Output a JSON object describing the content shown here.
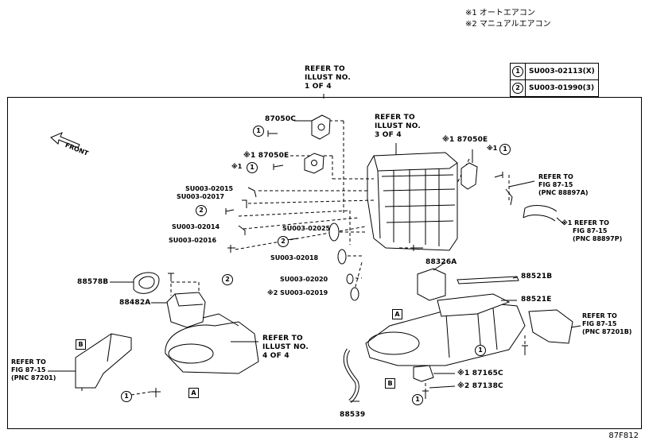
{
  "legend": {
    "line1": "※1 オートエアコン",
    "line2": "※2 マニュアルエアコン"
  },
  "code_table": [
    {
      "mark": "1",
      "code": "SU003-02113(X)"
    },
    {
      "mark": "2",
      "code": "SU003-01990(3)"
    }
  ],
  "refer_illust1": [
    "REFER TO",
    "ILLUST NO.",
    "1 OF 4"
  ],
  "refer_illust3": [
    "REFER TO",
    "ILLUST NO.",
    "3 OF 4"
  ],
  "refer_illust4": [
    "REFER TO",
    "ILLUST NO.",
    "4 OF 4"
  ],
  "refer_88897A": [
    "REFER TO",
    "FIG 87-15",
    "(PNC 88897A)"
  ],
  "refer_88897P": [
    "※1 REFER TO",
    "FIG 87-15",
    "(PNC 88897P)"
  ],
  "refer_87201B": [
    "REFER TO",
    "FIG 87-15",
    "(PNC 87201B)"
  ],
  "refer_87201": [
    "REFER TO",
    "FIG 87-15",
    "(PNC 87201)"
  ],
  "front_label": "FRONT",
  "parts": {
    "p87050C": "87050C",
    "p87050E_left": "※1 87050E",
    "p87050E_right": "※1 87050E",
    "su02015": "SU003-02015",
    "su02017": "SU003-02017",
    "su02014": "SU003-02014",
    "su02016": "SU003-02016",
    "su02025": "SU003-02025",
    "su02018": "SU003-02018",
    "su02020": "SU003-02020",
    "su02019": "※2 SU003-02019",
    "p88326A": "88326A",
    "p88521B": "88521B",
    "p88521E": "88521E",
    "p88578B": "88578B",
    "p88482A": "88482A",
    "p88539": "88539",
    "p87165C": "※1 87165C",
    "p87138C": "※2 87138C"
  },
  "marks": {
    "one": "1",
    "two": "2",
    "star1": "※1",
    "boxA": "A",
    "boxB": "B"
  },
  "picture_id": "87F812"
}
